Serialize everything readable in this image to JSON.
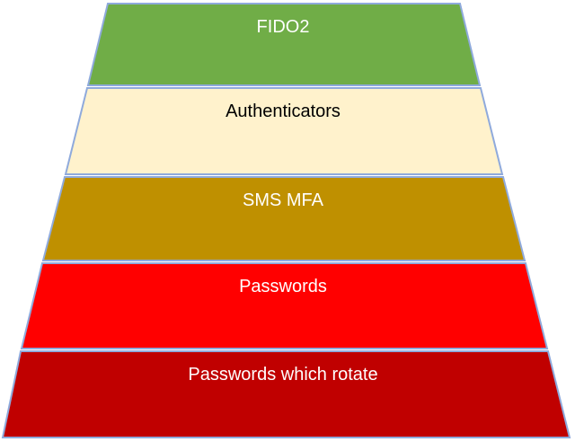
{
  "tiers": [
    {
      "label": "FIDO2",
      "fill": "#70AD47",
      "text_color": "#FFFFFF"
    },
    {
      "label": "Authenticators",
      "fill": "#FFF2CC",
      "text_color": "#000000"
    },
    {
      "label": "SMS MFA",
      "fill": "#BF9000",
      "text_color": "#FFFFFF"
    },
    {
      "label": "Passwords",
      "fill": "#FF0000",
      "text_color": "#FFFFFF"
    },
    {
      "label": "Passwords which rotate",
      "fill": "#C00000",
      "text_color": "#FFFFFF"
    }
  ],
  "outline_color": "#8FAADC"
}
